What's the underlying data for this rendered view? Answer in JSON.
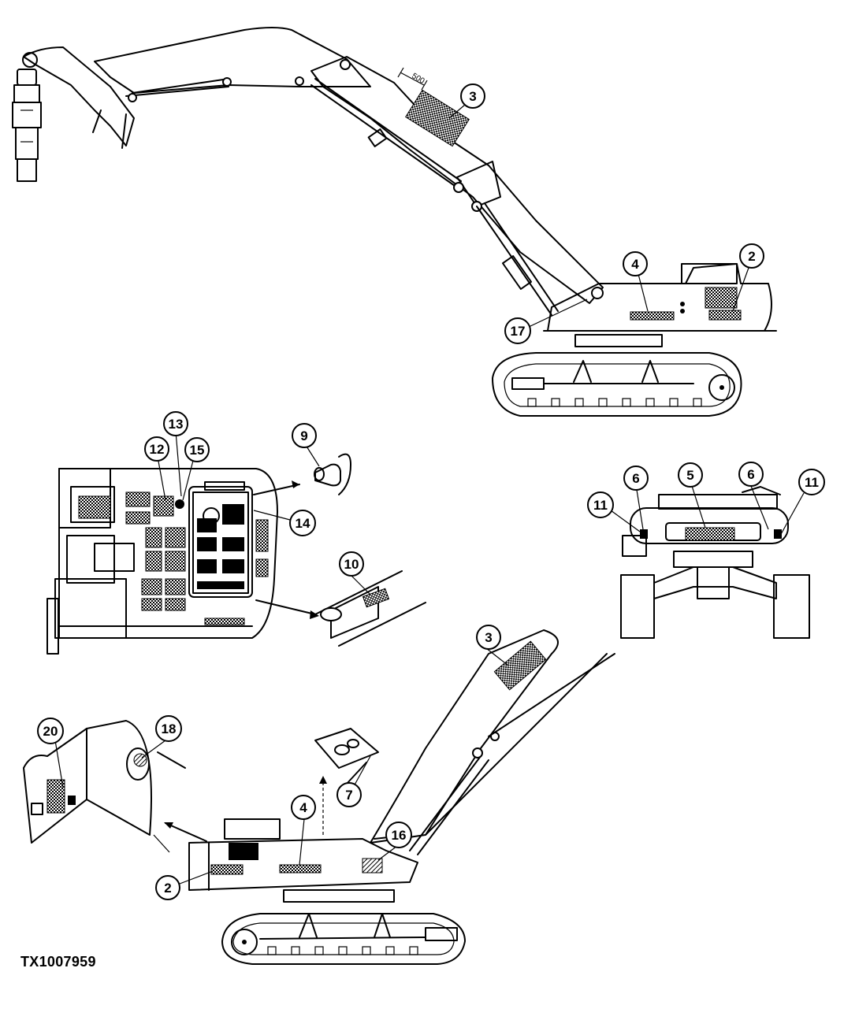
{
  "figure_id": "TX1007959",
  "dimension_label": "500",
  "callouts": [
    {
      "id": "c3-top",
      "label": "3"
    },
    {
      "id": "c4-top",
      "label": "4"
    },
    {
      "id": "c2-top",
      "label": "2"
    },
    {
      "id": "c17",
      "label": "17"
    },
    {
      "id": "c13",
      "label": "13"
    },
    {
      "id": "c12",
      "label": "12"
    },
    {
      "id": "c15",
      "label": "15"
    },
    {
      "id": "c9",
      "label": "9"
    },
    {
      "id": "c14",
      "label": "14"
    },
    {
      "id": "c10",
      "label": "10"
    },
    {
      "id": "c11-left",
      "label": "11"
    },
    {
      "id": "c6-left",
      "label": "6"
    },
    {
      "id": "c5",
      "label": "5"
    },
    {
      "id": "c6-right",
      "label": "6"
    },
    {
      "id": "c11-right",
      "label": "11"
    },
    {
      "id": "c3-bottom",
      "label": "3"
    },
    {
      "id": "c20",
      "label": "20"
    },
    {
      "id": "c18",
      "label": "18"
    },
    {
      "id": "c4-bottom",
      "label": "4"
    },
    {
      "id": "c7",
      "label": "7"
    },
    {
      "id": "c16",
      "label": "16"
    },
    {
      "id": "c2-bottom",
      "label": "2"
    }
  ]
}
